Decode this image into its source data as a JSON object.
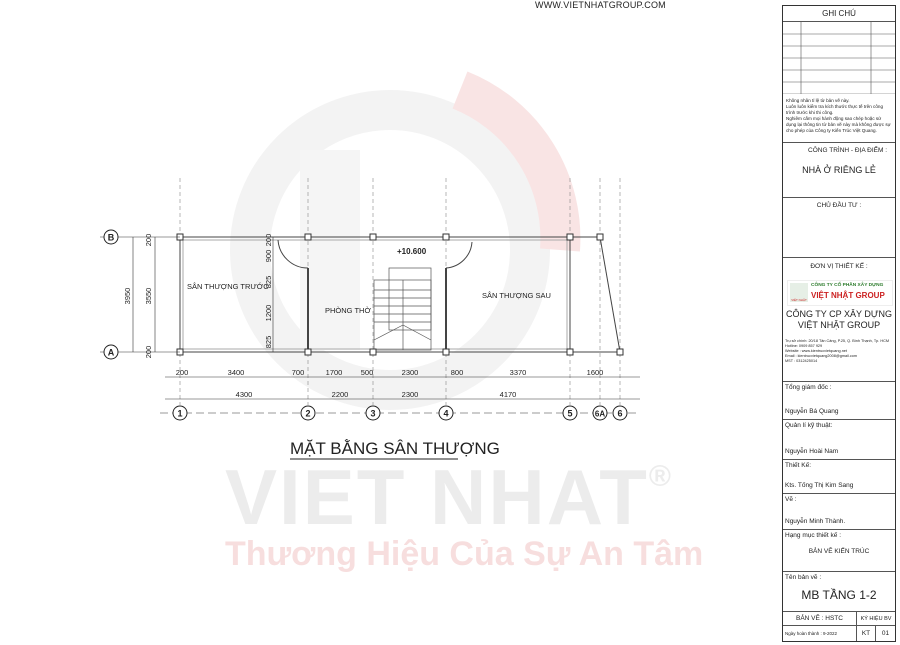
{
  "header": {
    "website": "WWW.VIETNHATGROUP.COM"
  },
  "watermark": {
    "brand": "VIET NHAT",
    "registered": "®",
    "slogan": "Thương Hiệu Của Sự An Tâm"
  },
  "drawing": {
    "title": "MẶT BẰNG SÂN THƯỢNG",
    "level": "+10.600",
    "rooms": {
      "front": "SÂN THƯỢNG TRƯỚC",
      "shrine": "PHÒNG THỜ",
      "back": "SÂN THƯỢNG SAU"
    },
    "axes_x": [
      "1",
      "2",
      "3",
      "4",
      "5",
      "6A",
      "6"
    ],
    "axes_y": [
      "B",
      "A"
    ],
    "dims_row1": [
      "200",
      "3400",
      "700",
      "1700",
      "500",
      "2300",
      "800",
      "3370",
      "1600"
    ],
    "dims_row2": [
      "4300",
      "2200",
      "2300",
      "4170"
    ],
    "dims_left_outer": "3950",
    "dims_left_inner": [
      "200",
      "3550",
      "200"
    ],
    "dims_wall": [
      "200",
      "900",
      "825",
      "1200",
      "825"
    ]
  },
  "title_block": {
    "notes_title": "GHI CHÚ",
    "notes": [
      "Không nhân tỉ lệ từ bản vẽ này.",
      "Luôn luôn kiểm tra kích thước thực tế trên công trình trước khi thi công.",
      "Nghiêm cấm mọi hành động sao chép hoặc sử dụng lại thông tin từ bản vẽ này mà không được sự cho phép của Công ty Kiến Trúc Việt Quang."
    ],
    "project_label": "CÔNG TRÌNH - ĐỊA ĐIỂM :",
    "project": "NHÀ Ở RIÊNG LẺ",
    "owner_label": "CHỦ ĐẦU TƯ :",
    "designer_label": "ĐƠN VỊ THIẾT KẾ :",
    "logo_line1": "CÔNG TY CỔ PHẦN XÂY DỰNG",
    "logo_line2": "VIỆT NHẬT GROUP",
    "logo_mark": "VIỆT NHẬT",
    "company_line1": "CÔNG TY CP XÂY DỰNG",
    "company_line2": "VIỆT NHẬT GROUP",
    "contact": [
      "Trụ sở chính: 20/18 Tân Cảng, P.25, Q. Bình Thạnh, Tp. HCM",
      "Hotline: 0909 857 929",
      "Website : www.kientrucvietquang.net",
      "Email : kientrucvietquang2008@gmail.com",
      "MST : 0312425014"
    ],
    "director_label": "Tổng giám đốc :",
    "director": "Nguyễn Bá Quang",
    "tech_label": "Quản lí kỹ thuật:",
    "tech": "Nguyễn Hoài Nam",
    "design_label": "Thiết Kế:",
    "design": "Kts. Tống Thị Kim Sang",
    "draw_label": "Vẽ :",
    "draw": "Nguyễn Minh Thành.",
    "category_label": "Hạng mục thiết kế :",
    "category": "BẢN VẼ KIẾN TRÚC",
    "sheet_label": "Tên bản vẽ :",
    "sheet": "MB TẦNG 1-2",
    "phase": "BẢN VẼ : HSTC",
    "code_label": "KÝ HIỆU BV",
    "date": "Ngày hoàn thành : 9-2022",
    "code_kt": "KT",
    "code_no": "01"
  }
}
